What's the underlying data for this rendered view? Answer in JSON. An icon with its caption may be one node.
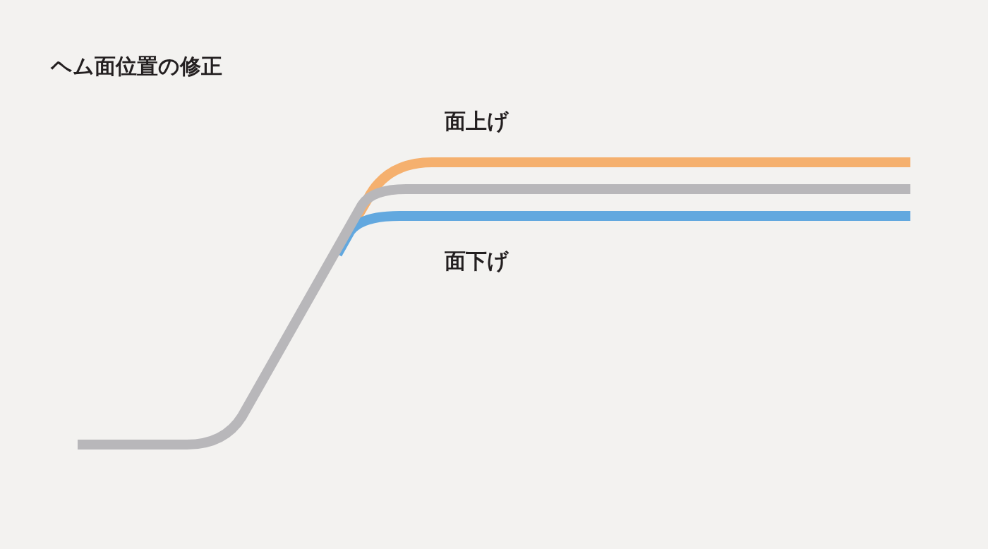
{
  "diagram": {
    "title": "ヘム面位置の修正",
    "labels": [
      "面上げ",
      "面下げ"
    ]
  }
}
